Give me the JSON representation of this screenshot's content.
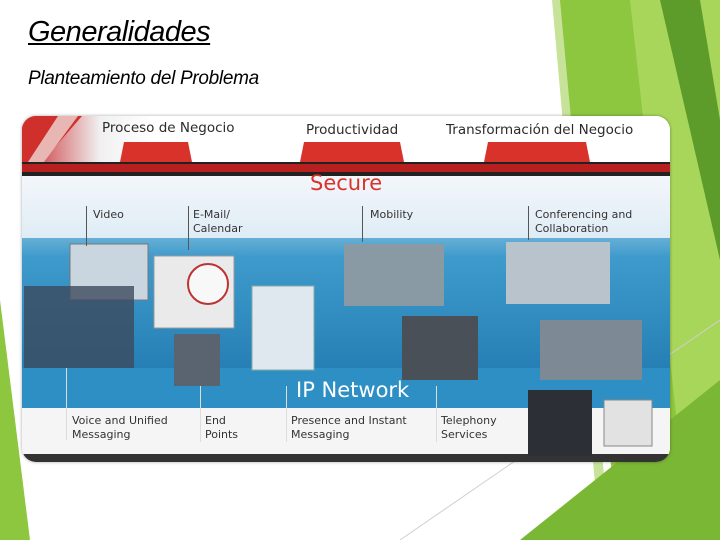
{
  "slide": {
    "title": "Generalidades",
    "subtitle": "Planteamiento del Problema"
  },
  "diagram": {
    "top_labels": [
      "Proceso de Negocio",
      "Productividad",
      "Transformación del Negocio"
    ],
    "secure_label": "Secure",
    "network_label": "IP Network",
    "upper_items": [
      {
        "line1": "Video",
        "line2": ""
      },
      {
        "line1": "E-Mail/",
        "line2": "Calendar"
      },
      {
        "line1": "Mobility",
        "line2": ""
      },
      {
        "line1": "Conferencing and",
        "line2": "Collaboration"
      }
    ],
    "lower_items": [
      {
        "line1": "Voice and Unified",
        "line2": "Messaging"
      },
      {
        "line1": "End",
        "line2": "Points"
      },
      {
        "line1": "Presence and Instant",
        "line2": "Messaging"
      },
      {
        "line1": "Telephony",
        "line2": "Services"
      }
    ]
  },
  "colors": {
    "accent_green": "#8dc63f",
    "accent_dark_green": "#5d9b2b",
    "secure_red": "#d9322a",
    "network_blue": "#2e8fc4"
  }
}
